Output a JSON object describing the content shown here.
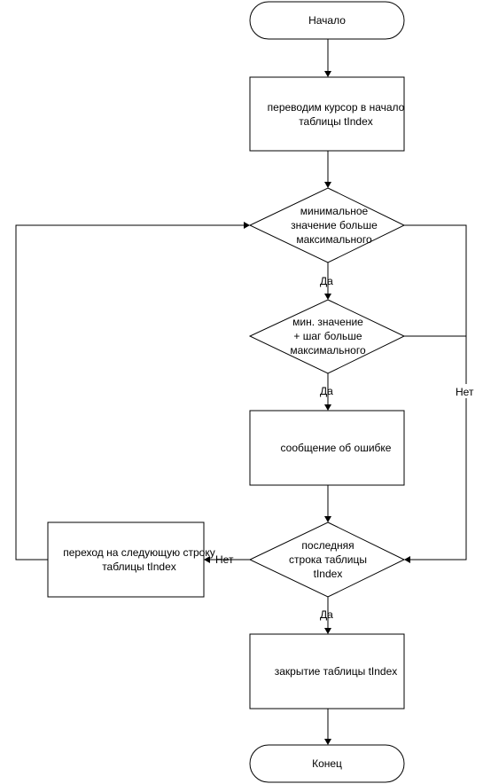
{
  "nodes": {
    "start": "Начало",
    "move_cursor": "переводим курсор в начало\nтаблицы tIndex",
    "cond_min_gt_max": "минимальное\nзначение больше\nмаксимального",
    "cond_min_step_gt_max": "мин. значение\n+ шаг больше\nмаксимального",
    "error_message": "сообщение об ошибке",
    "cond_last_row": "последняя\nстрока таблицы\ntIndex",
    "next_row": "переход на следующую строку\nтаблицы tIndex",
    "close_table": "закрытие таблицы tIndex",
    "end": "Конец"
  },
  "edge_labels": {
    "yes_1": "Да",
    "yes_2": "Да",
    "no_right": "Нет",
    "no_left": "Нет",
    "yes_3": "Да"
  }
}
